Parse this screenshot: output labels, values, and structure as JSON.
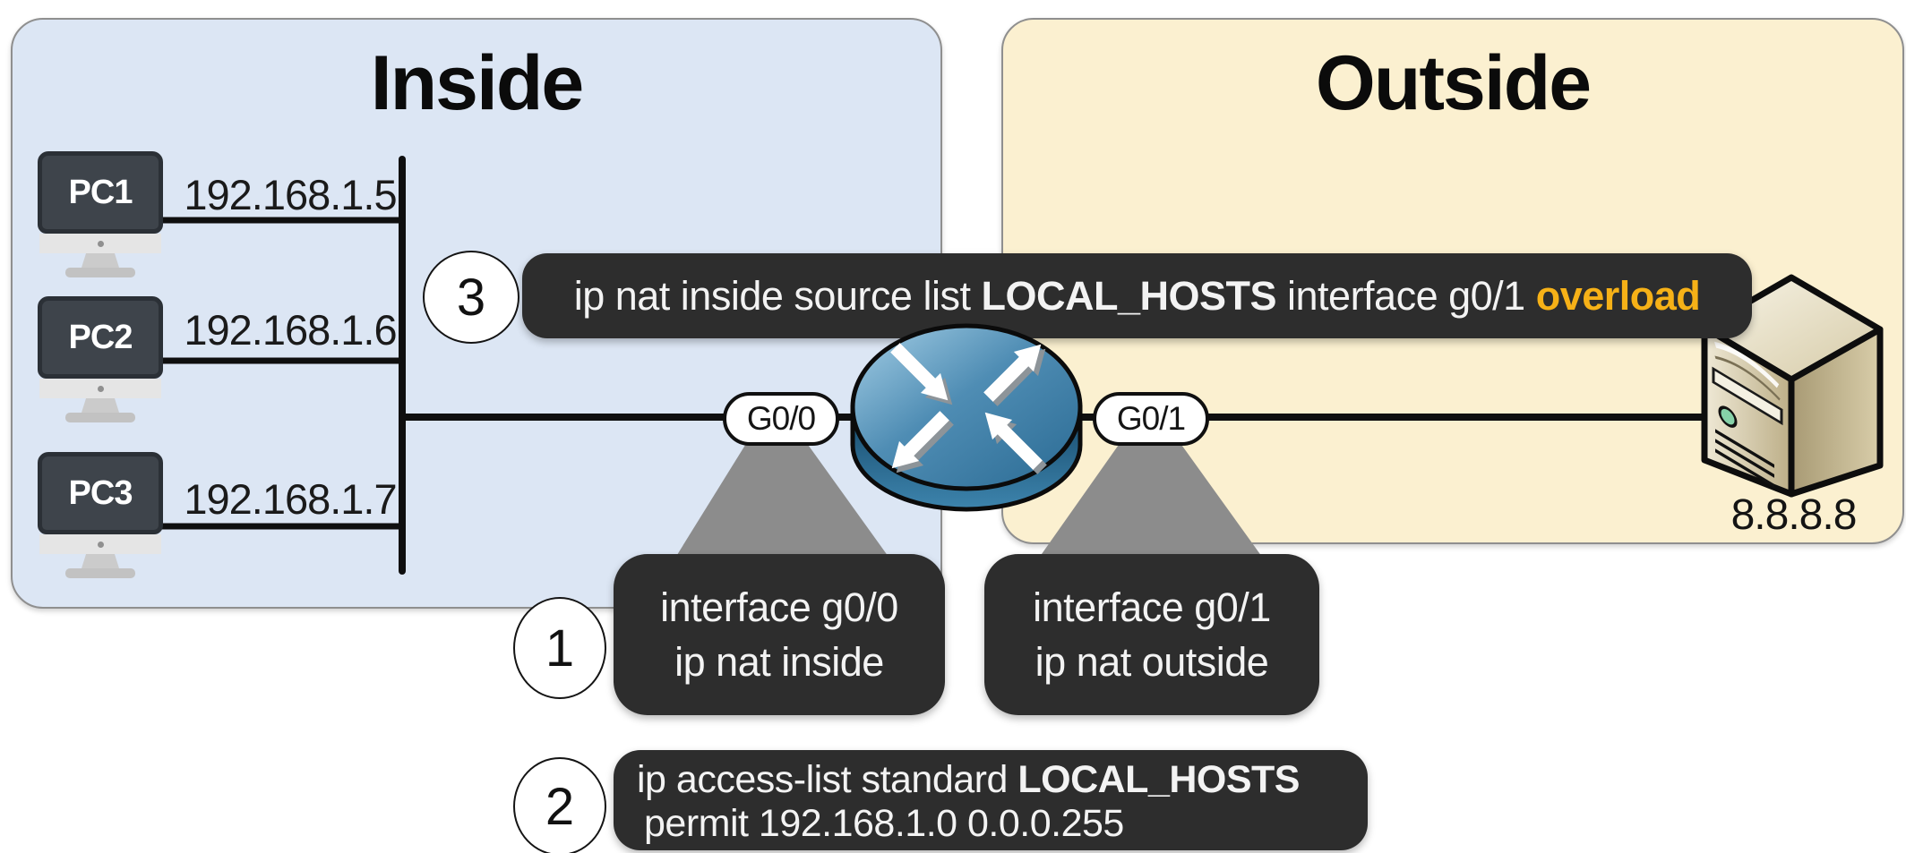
{
  "zones": {
    "inside": {
      "label": "Inside"
    },
    "outside": {
      "label": "Outside"
    }
  },
  "devices": {
    "pcs": [
      {
        "name": "PC1",
        "ip": "192.168.1.5"
      },
      {
        "name": "PC2",
        "ip": "192.168.1.6"
      },
      {
        "name": "PC3",
        "ip": "192.168.1.7"
      }
    ],
    "router": {
      "left_port": "G0/0",
      "right_port": "G0/1"
    },
    "server": {
      "ip": "8.8.8.8"
    }
  },
  "callouts": {
    "step1": {
      "number": "1",
      "g00": {
        "line1": "interface g0/0",
        "line2": "ip nat inside"
      },
      "g01": {
        "line1": "interface g0/1",
        "line2": "ip nat outside"
      }
    },
    "step2": {
      "number": "2",
      "prefix": "ip access-list standard",
      "acl": "LOCAL_HOSTS",
      "line2": "permit 192.168.1.0 0.0.0.255"
    },
    "step3": {
      "number": "3",
      "prefix": "ip nat inside source list",
      "acl": "LOCAL_HOSTS",
      "middle": "interface g0/1",
      "keyword": "overload"
    }
  },
  "colors": {
    "inside_bg": "#dce6f4",
    "outside_bg": "#fbf0d0",
    "callout_bg": "#2d2d2d",
    "highlight_orange": "#f6b117",
    "triangle_gray": "#8c8c8c",
    "wire_black": "#0f0f0f",
    "router_blue": "#3c7ba3"
  }
}
